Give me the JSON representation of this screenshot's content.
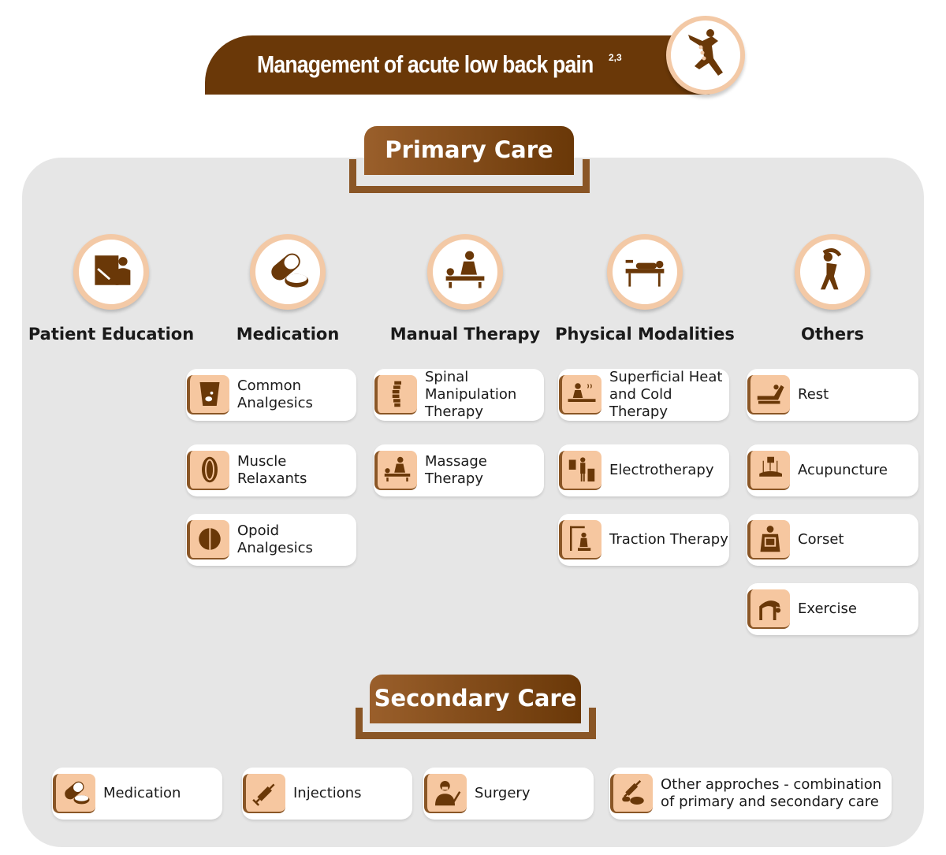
{
  "title": "Management of acute low back pain",
  "title_superscript": "2,3",
  "primary_care": {
    "label": "Primary Care",
    "categories": [
      {
        "label": "Patient Education",
        "icon": "teacher-icon",
        "items": []
      },
      {
        "label": "Medication",
        "icon": "pills-icon",
        "items": [
          {
            "label": "Common\nAnalgesics",
            "icon": "cup-pills-icon"
          },
          {
            "label": "Muscle\nRelaxants",
            "icon": "muscle-icon"
          },
          {
            "label": "Opoid Analgesics",
            "icon": "tablet-icon"
          }
        ]
      },
      {
        "label": "Manual Therapy",
        "icon": "massage-icon",
        "items": [
          {
            "label": "Spinal\nManipulation\nTherapy",
            "icon": "spine-icon"
          },
          {
            "label": "Massage\nTherapy",
            "icon": "massage-icon"
          }
        ]
      },
      {
        "label": "Physical Modalities",
        "icon": "treatment-bed-icon",
        "items": [
          {
            "label": "Superficial Heat\nand Cold Therapy",
            "icon": "heat-therapy-icon"
          },
          {
            "label": "Electrotherapy",
            "icon": "electrotherapy-icon"
          },
          {
            "label": "Traction Therapy",
            "icon": "traction-icon"
          }
        ]
      },
      {
        "label": "Others",
        "icon": "stretching-person-icon",
        "items": [
          {
            "label": "Rest",
            "icon": "recliner-icon"
          },
          {
            "label": "Acupuncture",
            "icon": "acupuncture-icon"
          },
          {
            "label": "Corset",
            "icon": "corset-icon"
          },
          {
            "label": "Exercise",
            "icon": "exercise-icon"
          }
        ]
      }
    ]
  },
  "secondary_care": {
    "label": "Secondary Care",
    "items": [
      {
        "label": "Medication",
        "icon": "pills-icon"
      },
      {
        "label": "Injections",
        "icon": "syringe-icon"
      },
      {
        "label": "Surgery",
        "icon": "surgeon-icon"
      },
      {
        "label": "Other approches - combination\nof primary and secondary care",
        "icon": "syringe-pills-icon"
      }
    ]
  },
  "colors": {
    "brown": "#6a3808",
    "peach": "#f6c7a0",
    "panel": "#e6e6e6"
  }
}
